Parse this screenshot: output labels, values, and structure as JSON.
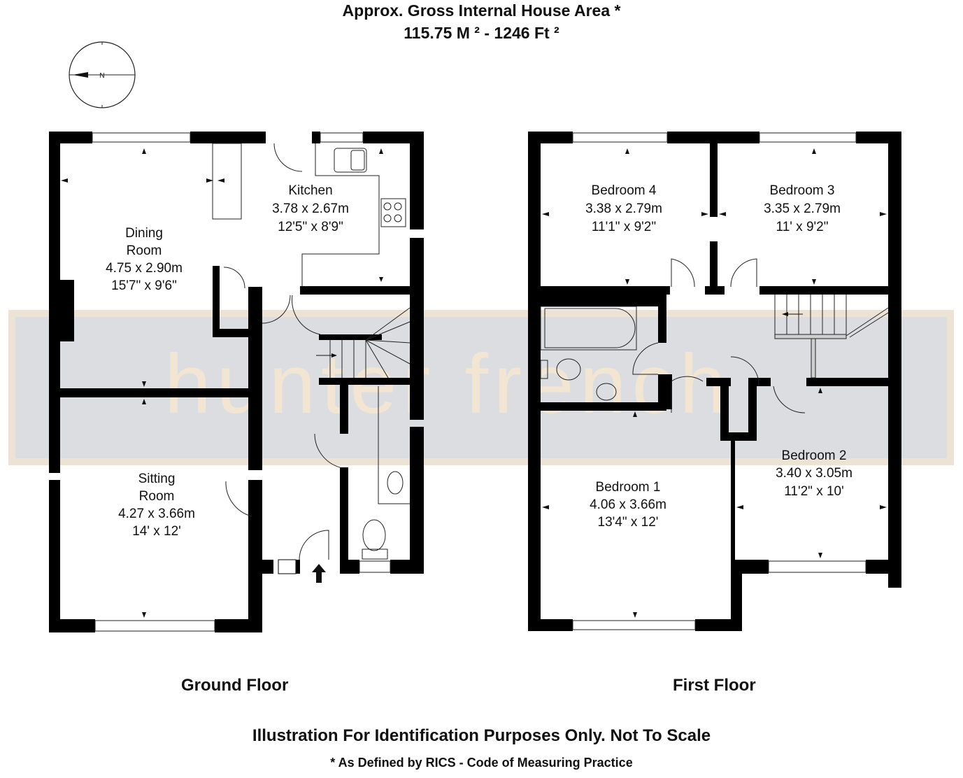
{
  "header": {
    "title": "Approx. Gross Internal House Area *",
    "area": "115.75 M ²  -  1246 Ft ²"
  },
  "compass": {
    "icon": "north-arrow-compass-icon",
    "label": "N",
    "direction": "west"
  },
  "watermark": {
    "text": "hunter french",
    "band_color": "#dcdde0",
    "border_color": "#ede3d4"
  },
  "colors": {
    "wall": "#000000",
    "background": "#ffffff",
    "line": "#333333"
  },
  "ground_floor": {
    "label": "Ground Floor",
    "rooms": [
      {
        "name_line1": "Dining",
        "name_line2": "Room",
        "metric": "4.75 x 2.90m",
        "imperial": "15'7\" x 9'6\""
      },
      {
        "name_line1": "Kitchen",
        "metric": "3.78 x 2.67m",
        "imperial": "12'5\" x 8'9\""
      },
      {
        "name_line1": "Sitting",
        "name_line2": "Room",
        "metric": "4.27 x 3.66m",
        "imperial": "14' x 12'"
      }
    ],
    "fixtures": [
      "sink",
      "hob",
      "wc",
      "basin",
      "stairs-up",
      "front-door-arrow"
    ]
  },
  "first_floor": {
    "label": "First Floor",
    "rooms": [
      {
        "name": "Bedroom 4",
        "metric": "3.38 x 2.79m",
        "imperial": "11'1\" x 9'2\""
      },
      {
        "name": "Bedroom 3",
        "metric": "3.35 x 2.79m",
        "imperial": "11' x 9'2\""
      },
      {
        "name": "Bedroom 1",
        "metric": "4.06 x 3.66m",
        "imperial": "13'4\" x 12'"
      },
      {
        "name": "Bedroom 2",
        "metric": "3.40 x 3.05m",
        "imperial": "11'2\" x 10'"
      }
    ],
    "fixtures": [
      "bath",
      "wc",
      "basin",
      "stairs-down"
    ]
  },
  "footer": {
    "disclaimer": "Illustration For Identification Purposes Only. Not To Scale",
    "note": "* As Defined by RICS - Code of Measuring Practice"
  }
}
